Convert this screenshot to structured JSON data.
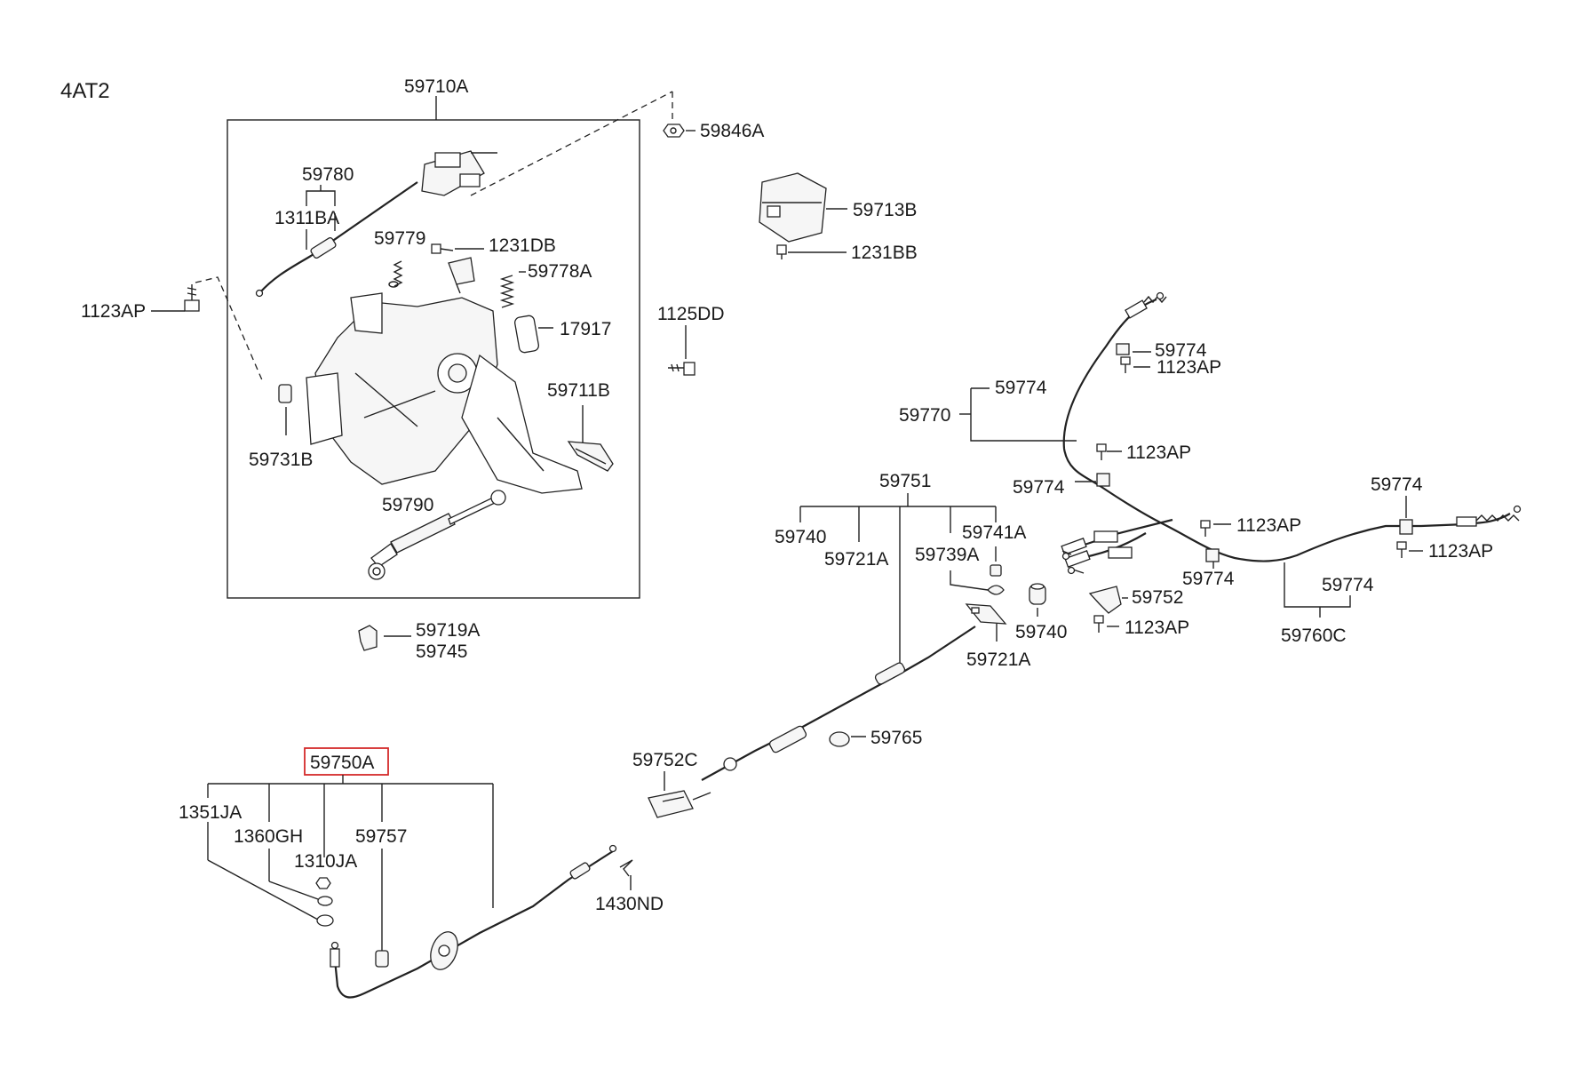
{
  "diagram": {
    "code": "4AT2",
    "highlight_color": "#d42a2a",
    "labels": {
      "l59710A": "59710A",
      "l59846A": "59846A",
      "l59780": "59780",
      "l1311BA": "1311BA",
      "l59713B": "59713B",
      "l1231BB": "1231BB",
      "l59779": "59779",
      "l1231DB": "1231DB",
      "l59778A": "59778A",
      "l1123AP_a": "1123AP",
      "l1125DD": "1125DD",
      "l17917": "17917",
      "l59711B": "59711B",
      "l59731B": "59731B",
      "l59790": "59790",
      "l59719A": "59719A",
      "l59745": "59745",
      "l59774_a": "59774",
      "l1123AP_b": "1123AP",
      "l59774_b": "59774",
      "l59770": "59770",
      "l1123AP_c": "1123AP",
      "l59774_c": "59774",
      "l59751": "59751",
      "l59774_d": "59774",
      "l1123AP_d": "1123AP",
      "l1123AP_e": "1123AP",
      "l59740_a": "59740",
      "l59721A_a": "59721A",
      "l59741A": "59741A",
      "l59739A": "59739A",
      "l59774_e": "59774",
      "l59774_f": "59774",
      "l59752": "59752",
      "l1123AP_f": "1123AP",
      "l59740_b": "59740",
      "l59721A_b": "59721A",
      "l59760C": "59760C",
      "l59765": "59765",
      "l59752C": "59752C",
      "l59750A": "59750A",
      "l1351JA": "1351JA",
      "l1360GH": "1360GH",
      "l59757": "59757",
      "l1310JA": "1310JA",
      "l1430ND": "1430ND"
    }
  }
}
